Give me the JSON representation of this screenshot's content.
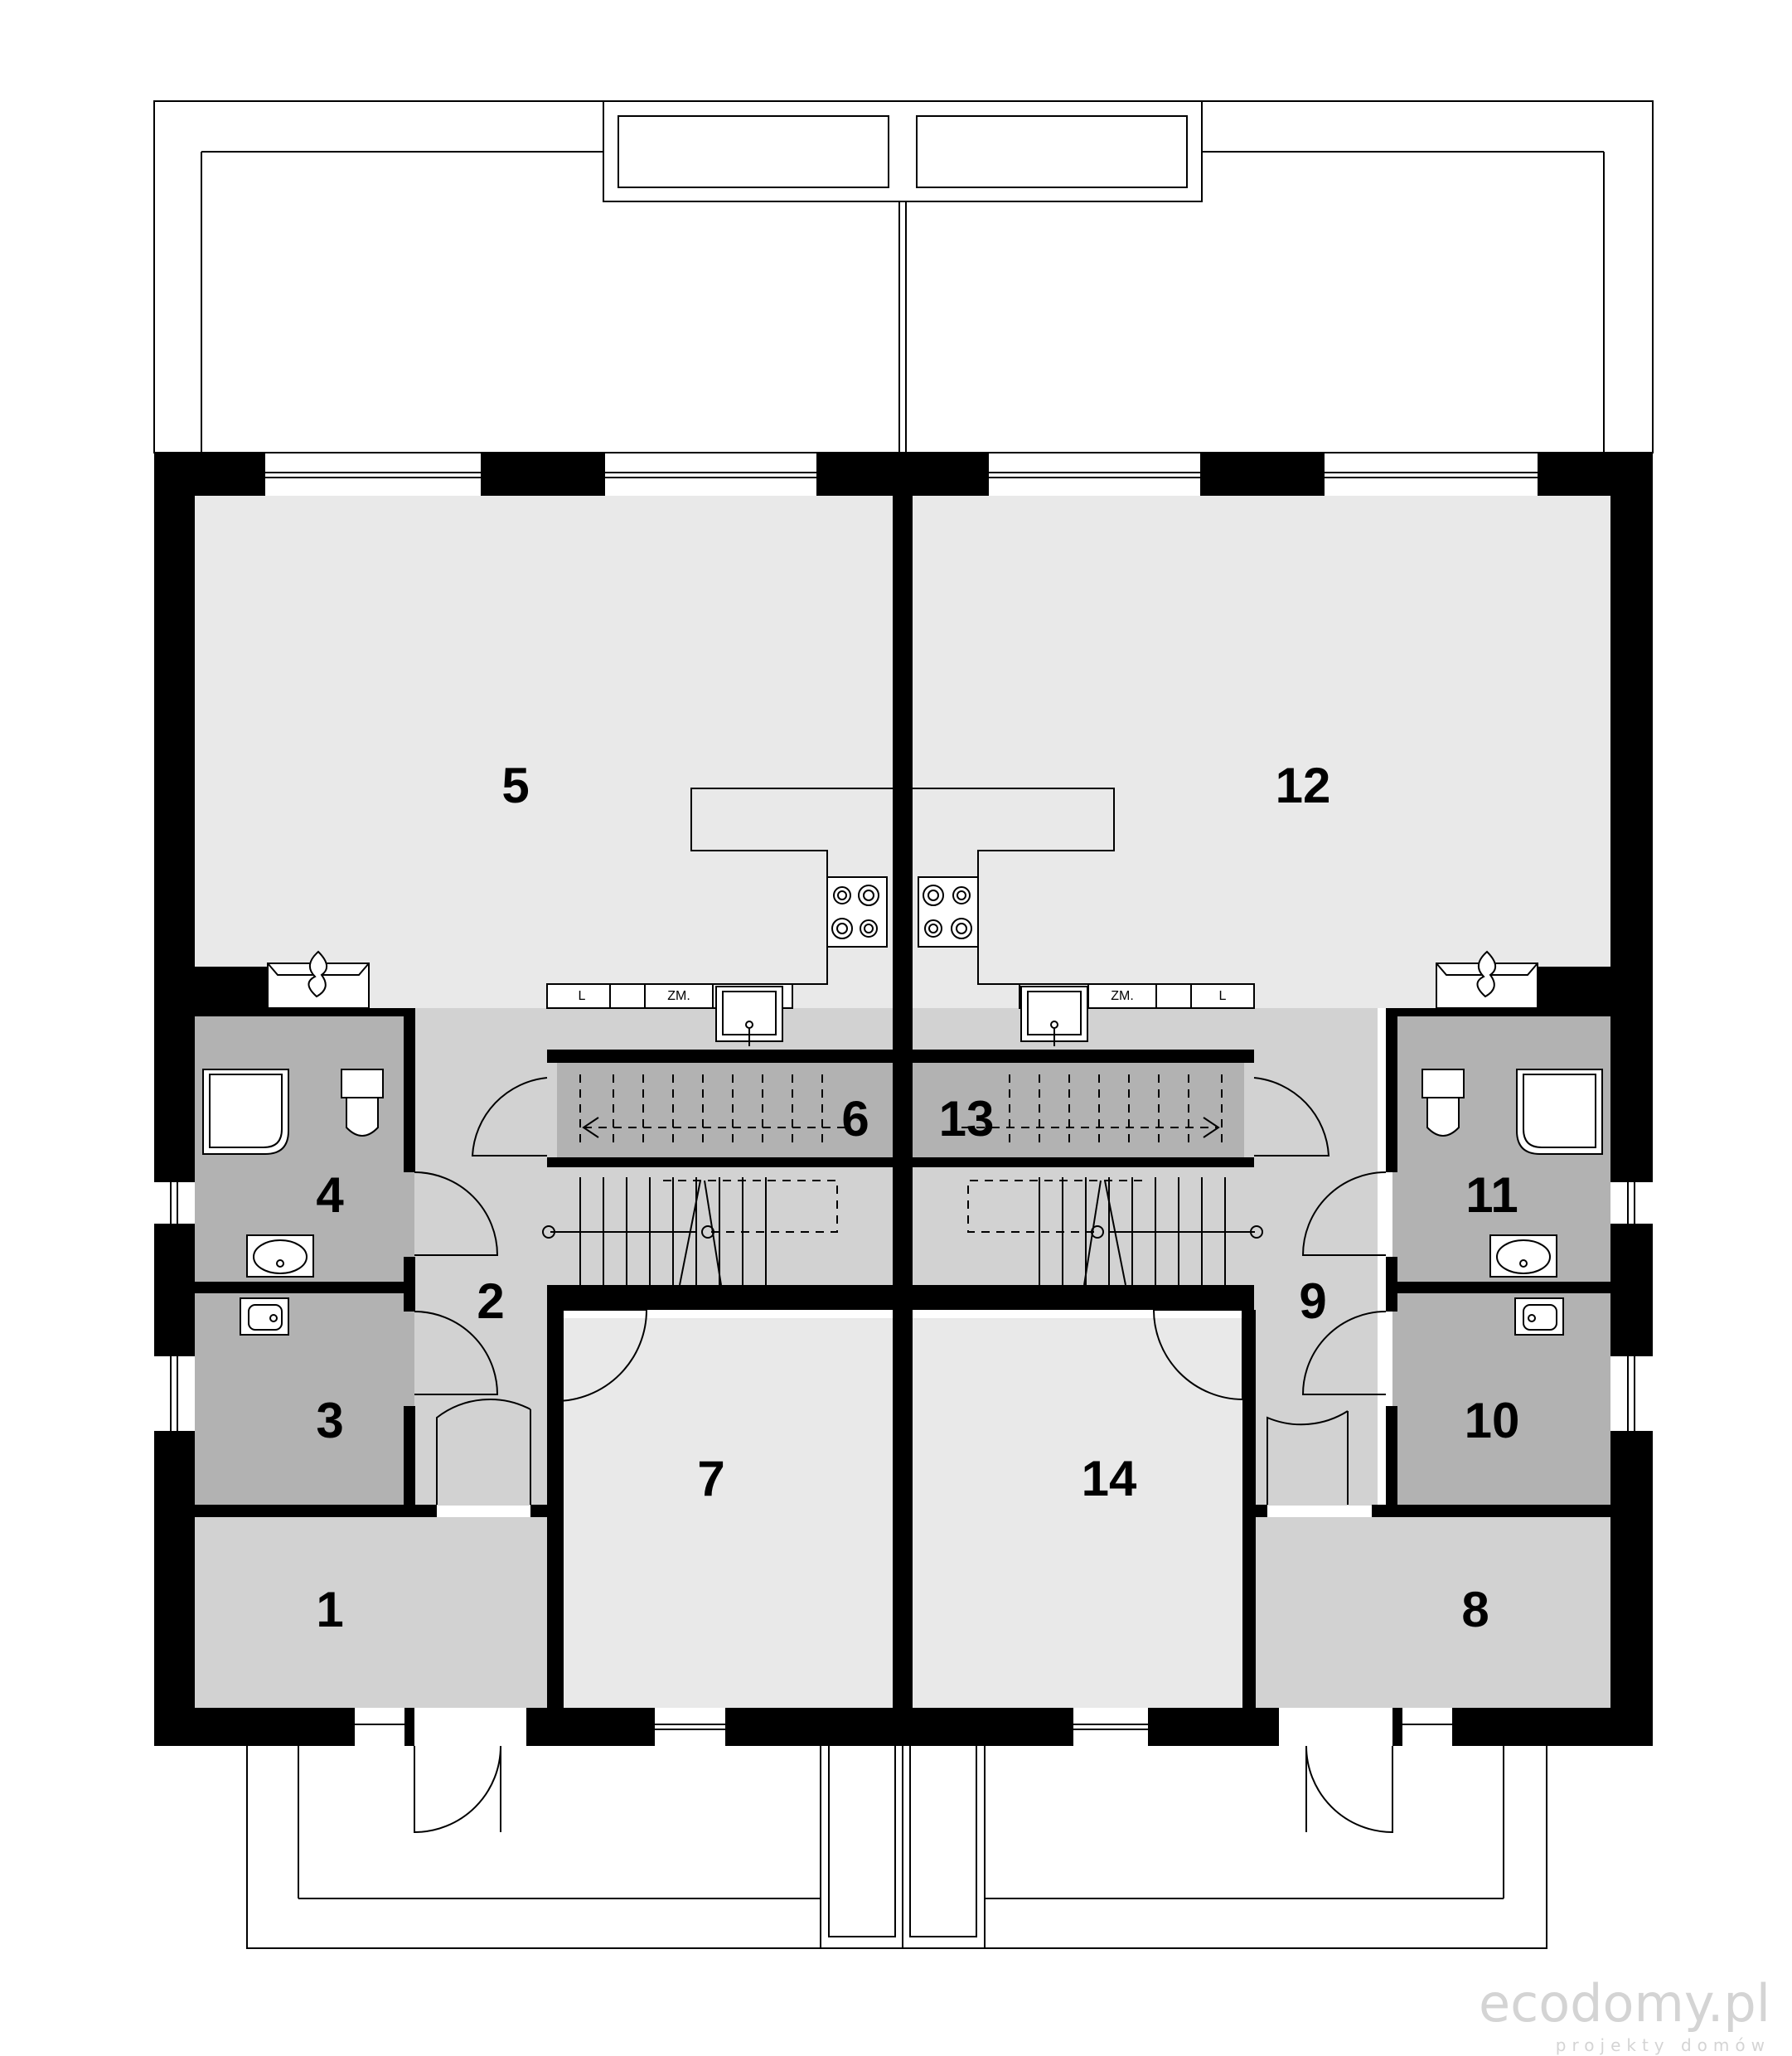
{
  "rooms": [
    {
      "id": "1",
      "label": "1"
    },
    {
      "id": "2",
      "label": "2"
    },
    {
      "id": "3",
      "label": "3"
    },
    {
      "id": "4",
      "label": "4"
    },
    {
      "id": "5",
      "label": "5"
    },
    {
      "id": "6",
      "label": "6"
    },
    {
      "id": "7",
      "label": "7"
    },
    {
      "id": "8",
      "label": "8"
    },
    {
      "id": "9",
      "label": "9"
    },
    {
      "id": "10",
      "label": "10"
    },
    {
      "id": "11",
      "label": "11"
    },
    {
      "id": "12",
      "label": "12"
    },
    {
      "id": "13",
      "label": "13"
    },
    {
      "id": "14",
      "label": "14"
    }
  ],
  "kitchen_labels": {
    "left_l": "L",
    "left_zm": "ZM.",
    "right_zm": "ZM.",
    "right_l": "L"
  },
  "watermark": {
    "main": "ecodomy.pl",
    "sub": "projekty domów"
  },
  "colors": {
    "wall": "#000000",
    "room_light": "#e9e9e9",
    "room_mid": "#d2d2d2",
    "room_dark": "#b2b2b2",
    "watermark": "#d4d4d4"
  }
}
